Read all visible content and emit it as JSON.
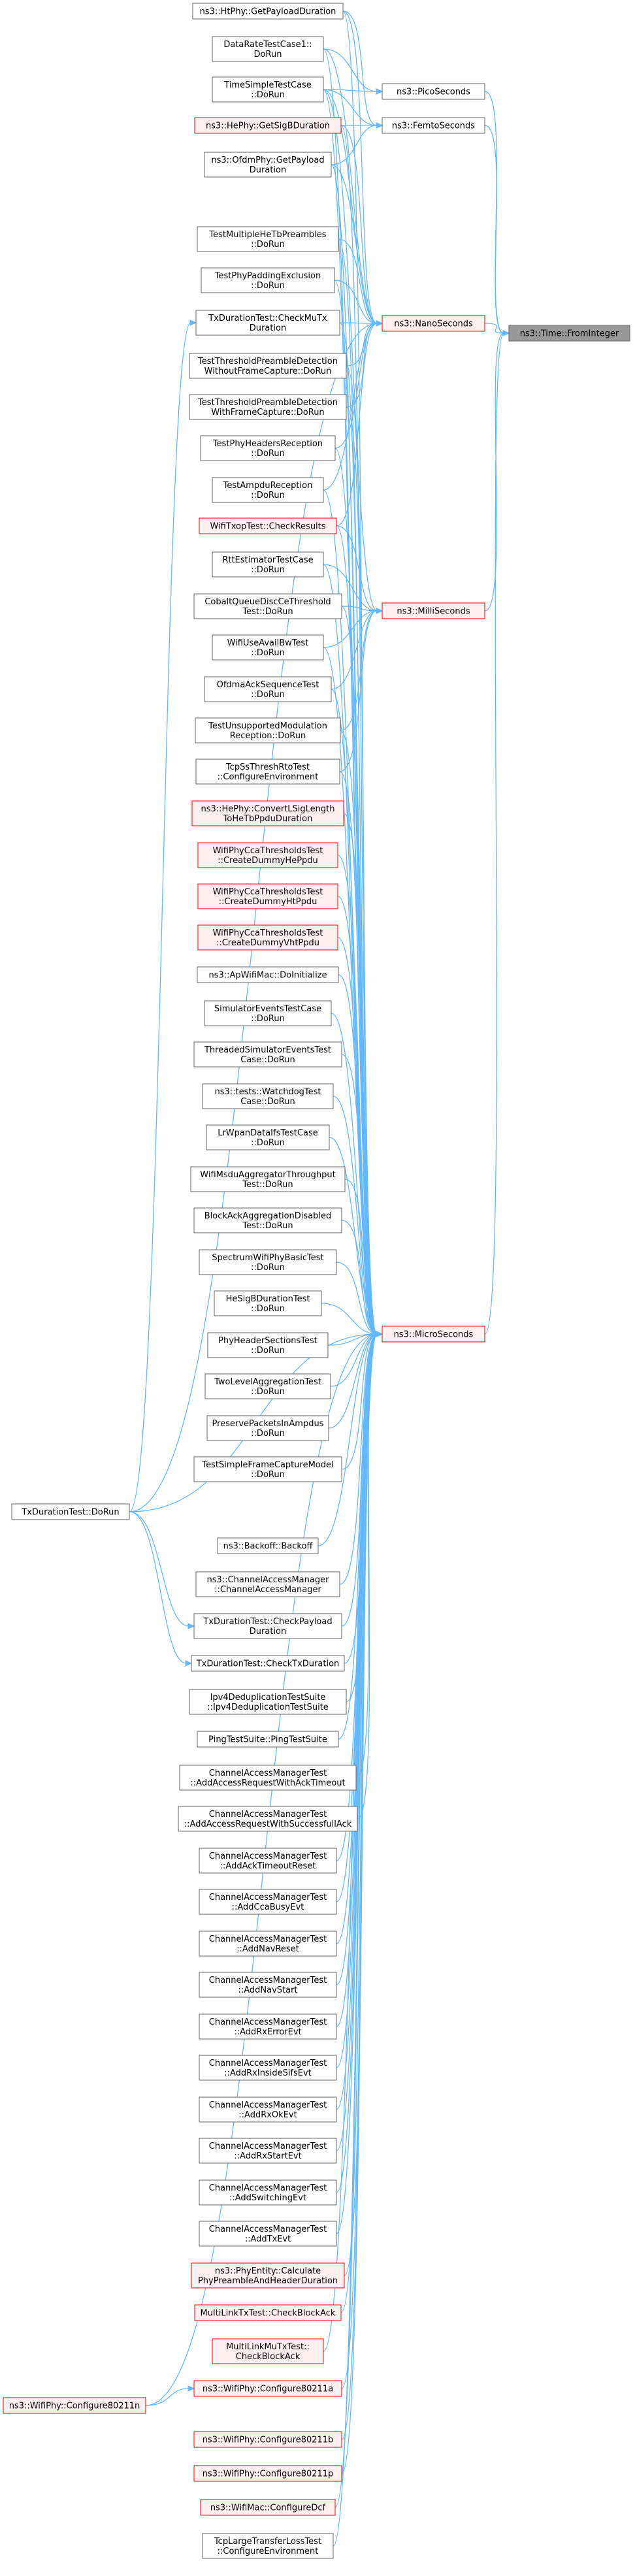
{
  "graph": {
    "root": "ns3::Time::FromInteger",
    "colors": {
      "edge": "#63b8ff",
      "root_fill": "#999999",
      "root_border": "#666666",
      "default_border": "#666666",
      "red_border": "#ff0000",
      "red_fill": "#fff0f0",
      "default_fill": "#ffffff"
    },
    "nodes": [
      {
        "id": "fromInteger",
        "lines": [
          "ns3::Time::FromInteger"
        ],
        "style": "root"
      },
      {
        "id": "picoSeconds",
        "lines": [
          "ns3::PicoSeconds"
        ],
        "style": "default"
      },
      {
        "id": "femtoSeconds",
        "lines": [
          "ns3::FemtoSeconds"
        ],
        "style": "default"
      },
      {
        "id": "nanoSeconds",
        "lines": [
          "ns3::NanoSeconds"
        ],
        "style": "red"
      },
      {
        "id": "milliSeconds",
        "lines": [
          "ns3::MilliSeconds"
        ],
        "style": "red"
      },
      {
        "id": "microSeconds",
        "lines": [
          "ns3::MicroSeconds"
        ],
        "style": "red"
      },
      {
        "id": "htPhyPayload",
        "lines": [
          "ns3::HtPhy::GetPayloadDuration"
        ],
        "style": "default"
      },
      {
        "id": "dataRateTest",
        "lines": [
          "DataRateTestCase1::",
          "DoRun"
        ],
        "style": "default"
      },
      {
        "id": "timeSimple",
        "lines": [
          "TimeSimpleTestCase",
          "::DoRun"
        ],
        "style": "default"
      },
      {
        "id": "hePhySigB",
        "lines": [
          "ns3::HePhy::GetSigBDuration"
        ],
        "style": "red"
      },
      {
        "id": "ofdmPayload",
        "lines": [
          "ns3::OfdmPhy::GetPayload",
          "Duration"
        ],
        "style": "default"
      },
      {
        "id": "testMultiHeTb",
        "lines": [
          "TestMultipleHeTbPreambles",
          "::DoRun"
        ],
        "style": "default"
      },
      {
        "id": "testPhyPadding",
        "lines": [
          "TestPhyPaddingExclusion",
          "::DoRun"
        ],
        "style": "default"
      },
      {
        "id": "txDurCheckMuTx",
        "lines": [
          "TxDurationTest::CheckMuTx",
          "Duration"
        ],
        "style": "default"
      },
      {
        "id": "testThreshWithout",
        "lines": [
          "TestThresholdPreambleDetection",
          "WithoutFrameCapture::DoRun"
        ],
        "style": "default"
      },
      {
        "id": "testThreshWith",
        "lines": [
          "TestThresholdPreambleDetection",
          "WithFrameCapture::DoRun"
        ],
        "style": "default"
      },
      {
        "id": "testPhyHeaders",
        "lines": [
          "TestPhyHeadersReception",
          "::DoRun"
        ],
        "style": "default"
      },
      {
        "id": "testAmpdu",
        "lines": [
          "TestAmpduReception",
          "::DoRun"
        ],
        "style": "default"
      },
      {
        "id": "wifiTxop",
        "lines": [
          "WifiTxopTest::CheckResults"
        ],
        "style": "red"
      },
      {
        "id": "rttEstimator",
        "lines": [
          "RttEstimatorTestCase",
          "::DoRun"
        ],
        "style": "default"
      },
      {
        "id": "cobaltQueue",
        "lines": [
          "CobaltQueueDiscCeThreshold",
          "Test::DoRun"
        ],
        "style": "default"
      },
      {
        "id": "wifiUseAvail",
        "lines": [
          "WifiUseAvailBwTest",
          "::DoRun"
        ],
        "style": "default"
      },
      {
        "id": "ofdmaAck",
        "lines": [
          "OfdmaAckSequenceTest",
          "::DoRun"
        ],
        "style": "default"
      },
      {
        "id": "testUnsupMod",
        "lines": [
          "TestUnsupportedModulation",
          "Reception::DoRun"
        ],
        "style": "default"
      },
      {
        "id": "tcpSsThresh",
        "lines": [
          "TcpSsThreshRtoTest",
          "::ConfigureEnvironment"
        ],
        "style": "default"
      },
      {
        "id": "hePhyConvert",
        "lines": [
          "ns3::HePhy::ConvertLSigLength",
          "ToHeTbPpduDuration"
        ],
        "style": "red"
      },
      {
        "id": "ccaHe",
        "lines": [
          "WifiPhyCcaThresholdsTest",
          "::CreateDummyHePpdu"
        ],
        "style": "red"
      },
      {
        "id": "ccaHt",
        "lines": [
          "WifiPhyCcaThresholdsTest",
          "::CreateDummyHtPpdu"
        ],
        "style": "red"
      },
      {
        "id": "ccaVht",
        "lines": [
          "WifiPhyCcaThresholdsTest",
          "::CreateDummyVhtPpdu"
        ],
        "style": "red"
      },
      {
        "id": "apWifiInit",
        "lines": [
          "ns3::ApWifiMac::DoInitialize"
        ],
        "style": "default"
      },
      {
        "id": "simEvents",
        "lines": [
          "SimulatorEventsTestCase",
          "::DoRun"
        ],
        "style": "default"
      },
      {
        "id": "threadedSim",
        "lines": [
          "ThreadedSimulatorEventsTest",
          "Case::DoRun"
        ],
        "style": "default"
      },
      {
        "id": "watchdog",
        "lines": [
          "ns3::tests::WatchdogTest",
          "Case::DoRun"
        ],
        "style": "default"
      },
      {
        "id": "lrWpan",
        "lines": [
          "LrWpanDataIfsTestCase",
          "::DoRun"
        ],
        "style": "default"
      },
      {
        "id": "wifiMsdu",
        "lines": [
          "WifiMsduAggregatorThroughput",
          "Test::DoRun"
        ],
        "style": "default"
      },
      {
        "id": "blockAck",
        "lines": [
          "BlockAckAggregationDisabled",
          "Test::DoRun"
        ],
        "style": "default"
      },
      {
        "id": "spectrumBasic",
        "lines": [
          "SpectrumWifiPhyBasicTest",
          "::DoRun"
        ],
        "style": "default"
      },
      {
        "id": "heSigB",
        "lines": [
          "HeSigBDurationTest",
          "::DoRun"
        ],
        "style": "default"
      },
      {
        "id": "phyHeaderSections",
        "lines": [
          "PhyHeaderSectionsTest",
          "::DoRun"
        ],
        "style": "default"
      },
      {
        "id": "twoLevelAgg",
        "lines": [
          "TwoLevelAggregationTest",
          "::DoRun"
        ],
        "style": "default"
      },
      {
        "id": "preservePkts",
        "lines": [
          "PreservePacketsInAmpdus",
          "::DoRun"
        ],
        "style": "default"
      },
      {
        "id": "testSimpleFrame",
        "lines": [
          "TestSimpleFrameCaptureModel",
          "::DoRun"
        ],
        "style": "default"
      },
      {
        "id": "txDurDoRun",
        "lines": [
          "TxDurationTest::DoRun"
        ],
        "style": "default"
      },
      {
        "id": "backoff",
        "lines": [
          "ns3::Backoff::Backoff"
        ],
        "style": "default"
      },
      {
        "id": "channelAccessMgr",
        "lines": [
          "ns3::ChannelAccessManager",
          "::ChannelAccessManager"
        ],
        "style": "default"
      },
      {
        "id": "txDurCheckPayload",
        "lines": [
          "TxDurationTest::CheckPayload",
          "Duration"
        ],
        "style": "default"
      },
      {
        "id": "txDurCheckTx",
        "lines": [
          "TxDurationTest::CheckTxDuration"
        ],
        "style": "default"
      },
      {
        "id": "ipv4Dedup",
        "lines": [
          "Ipv4DeduplicationTestSuite",
          "::Ipv4DeduplicationTestSuite"
        ],
        "style": "default"
      },
      {
        "id": "pingTestSuite",
        "lines": [
          "PingTestSuite::PingTestSuite"
        ],
        "style": "default"
      },
      {
        "id": "camAddAccessTimeout",
        "lines": [
          "ChannelAccessManagerTest",
          "::AddAccessRequestWithAckTimeout"
        ],
        "style": "default"
      },
      {
        "id": "camAddAccessSuccess",
        "lines": [
          "ChannelAccessManagerTest",
          "::AddAccessRequestWithSuccessfullAck"
        ],
        "style": "default"
      },
      {
        "id": "camAckTimeoutReset",
        "lines": [
          "ChannelAccessManagerTest",
          "::AddAckTimeoutReset"
        ],
        "style": "default"
      },
      {
        "id": "camCcaBusy",
        "lines": [
          "ChannelAccessManagerTest",
          "::AddCcaBusyEvt"
        ],
        "style": "default"
      },
      {
        "id": "camNavReset",
        "lines": [
          "ChannelAccessManagerTest",
          "::AddNavReset"
        ],
        "style": "default"
      },
      {
        "id": "camNavStart",
        "lines": [
          "ChannelAccessManagerTest",
          "::AddNavStart"
        ],
        "style": "default"
      },
      {
        "id": "camRxError",
        "lines": [
          "ChannelAccessManagerTest",
          "::AddRxErrorEvt"
        ],
        "style": "default"
      },
      {
        "id": "camRxInsideSifs",
        "lines": [
          "ChannelAccessManagerTest",
          "::AddRxInsideSifsEvt"
        ],
        "style": "default"
      },
      {
        "id": "camRxOk",
        "lines": [
          "ChannelAccessManagerTest",
          "::AddRxOkEvt"
        ],
        "style": "default"
      },
      {
        "id": "camRxStart",
        "lines": [
          "ChannelAccessManagerTest",
          "::AddRxStartEvt"
        ],
        "style": "default"
      },
      {
        "id": "camSwitching",
        "lines": [
          "ChannelAccessManagerTest",
          "::AddSwitchingEvt"
        ],
        "style": "default"
      },
      {
        "id": "camTx",
        "lines": [
          "ChannelAccessManagerTest",
          "::AddTxEvt"
        ],
        "style": "default"
      },
      {
        "id": "phyEntityCalc",
        "lines": [
          "ns3::PhyEntity::Calculate",
          "PhyPreambleAndHeaderDuration"
        ],
        "style": "red"
      },
      {
        "id": "multiLinkTx",
        "lines": [
          "MultiLinkTxTest::CheckBlockAck"
        ],
        "style": "red"
      },
      {
        "id": "multiLinkMuTx",
        "lines": [
          "MultiLinkMuTxTest::",
          "CheckBlockAck"
        ],
        "style": "red"
      },
      {
        "id": "wifiCfg80211a",
        "lines": [
          "ns3::WifiPhy::Configure80211a"
        ],
        "style": "red"
      },
      {
        "id": "wifiCfg80211n",
        "lines": [
          "ns3::WifiPhy::Configure80211n"
        ],
        "style": "red"
      },
      {
        "id": "wifiCfg80211b",
        "lines": [
          "ns3::WifiPhy::Configure80211b"
        ],
        "style": "red"
      },
      {
        "id": "wifiCfg80211p",
        "lines": [
          "ns3::WifiPhy::Configure80211p"
        ],
        "style": "red"
      },
      {
        "id": "wifiMacCfgDcf",
        "lines": [
          "ns3::WifiMac::ConfigureDcf"
        ],
        "style": "red"
      },
      {
        "id": "tcpLargeTransfer",
        "lines": [
          "TcpLargeTransferLossTest",
          "::ConfigureEnvironment"
        ],
        "style": "default"
      }
    ],
    "edges": [
      [
        "picoSeconds",
        "fromInteger"
      ],
      [
        "femtoSeconds",
        "fromInteger"
      ],
      [
        "nanoSeconds",
        "fromInteger"
      ],
      [
        "milliSeconds",
        "fromInteger"
      ],
      [
        "microSeconds",
        "fromInteger"
      ],
      [
        "dataRateTest",
        "picoSeconds"
      ],
      [
        "timeSimple",
        "picoSeconds"
      ],
      [
        "timeSimple",
        "femtoSeconds"
      ],
      [
        "htPhyPayload",
        "femtoSeconds"
      ],
      [
        "hePhySigB",
        "femtoSeconds"
      ],
      [
        "ofdmPayload",
        "femtoSeconds"
      ],
      [
        "htPhyPayload",
        "nanoSeconds"
      ],
      [
        "dataRateTest",
        "nanoSeconds"
      ],
      [
        "timeSimple",
        "nanoSeconds"
      ],
      [
        "hePhySigB",
        "nanoSeconds"
      ],
      [
        "ofdmPayload",
        "nanoSeconds"
      ],
      [
        "testMultiHeTb",
        "nanoSeconds"
      ],
      [
        "testPhyPadding",
        "nanoSeconds"
      ],
      [
        "txDurCheckMuTx",
        "nanoSeconds"
      ],
      [
        "testThreshWithout",
        "nanoSeconds"
      ],
      [
        "testThreshWith",
        "nanoSeconds"
      ],
      [
        "testPhyHeaders",
        "nanoSeconds"
      ],
      [
        "testAmpdu",
        "nanoSeconds"
      ],
      [
        "wifiTxop",
        "nanoSeconds"
      ],
      [
        "txDurDoRun",
        "nanoSeconds"
      ],
      [
        "timeSimple",
        "milliSeconds"
      ],
      [
        "wifiTxop",
        "milliSeconds"
      ],
      [
        "rttEstimator",
        "milliSeconds"
      ],
      [
        "cobaltQueue",
        "milliSeconds"
      ],
      [
        "wifiUseAvail",
        "milliSeconds"
      ],
      [
        "ofdmaAck",
        "milliSeconds"
      ],
      [
        "testUnsupMod",
        "milliSeconds"
      ],
      [
        "tcpSsThresh",
        "milliSeconds"
      ],
      [
        "htPhyPayload",
        "microSeconds"
      ],
      [
        "dataRateTest",
        "microSeconds"
      ],
      [
        "timeSimple",
        "microSeconds"
      ],
      [
        "hePhySigB",
        "microSeconds"
      ],
      [
        "ofdmPayload",
        "microSeconds"
      ],
      [
        "testMultiHeTb",
        "microSeconds"
      ],
      [
        "testPhyPadding",
        "microSeconds"
      ],
      [
        "txDurCheckMuTx",
        "microSeconds"
      ],
      [
        "testThreshWithout",
        "microSeconds"
      ],
      [
        "testThreshWith",
        "microSeconds"
      ],
      [
        "testPhyHeaders",
        "microSeconds"
      ],
      [
        "testAmpdu",
        "microSeconds"
      ],
      [
        "wifiTxop",
        "microSeconds"
      ],
      [
        "rttEstimator",
        "microSeconds"
      ],
      [
        "cobaltQueue",
        "microSeconds"
      ],
      [
        "wifiUseAvail",
        "microSeconds"
      ],
      [
        "ofdmaAck",
        "microSeconds"
      ],
      [
        "testUnsupMod",
        "microSeconds"
      ],
      [
        "tcpSsThresh",
        "microSeconds"
      ],
      [
        "hePhyConvert",
        "microSeconds"
      ],
      [
        "ccaHe",
        "microSeconds"
      ],
      [
        "ccaHt",
        "microSeconds"
      ],
      [
        "ccaVht",
        "microSeconds"
      ],
      [
        "apWifiInit",
        "microSeconds"
      ],
      [
        "simEvents",
        "microSeconds"
      ],
      [
        "threadedSim",
        "microSeconds"
      ],
      [
        "watchdog",
        "microSeconds"
      ],
      [
        "lrWpan",
        "microSeconds"
      ],
      [
        "wifiMsdu",
        "microSeconds"
      ],
      [
        "blockAck",
        "microSeconds"
      ],
      [
        "spectrumBasic",
        "microSeconds"
      ],
      [
        "heSigB",
        "microSeconds"
      ],
      [
        "phyHeaderSections",
        "microSeconds"
      ],
      [
        "twoLevelAgg",
        "microSeconds"
      ],
      [
        "preservePkts",
        "microSeconds"
      ],
      [
        "testSimpleFrame",
        "microSeconds"
      ],
      [
        "txDurDoRun",
        "microSeconds"
      ],
      [
        "backoff",
        "microSeconds"
      ],
      [
        "channelAccessMgr",
        "microSeconds"
      ],
      [
        "txDurCheckPayload",
        "microSeconds"
      ],
      [
        "txDurCheckTx",
        "microSeconds"
      ],
      [
        "ipv4Dedup",
        "microSeconds"
      ],
      [
        "pingTestSuite",
        "microSeconds"
      ],
      [
        "camAddAccessTimeout",
        "microSeconds"
      ],
      [
        "camAddAccessSuccess",
        "microSeconds"
      ],
      [
        "camAckTimeoutReset",
        "microSeconds"
      ],
      [
        "camCcaBusy",
        "microSeconds"
      ],
      [
        "camNavReset",
        "microSeconds"
      ],
      [
        "camNavStart",
        "microSeconds"
      ],
      [
        "camRxError",
        "microSeconds"
      ],
      [
        "camRxInsideSifs",
        "microSeconds"
      ],
      [
        "camRxOk",
        "microSeconds"
      ],
      [
        "camRxStart",
        "microSeconds"
      ],
      [
        "camSwitching",
        "microSeconds"
      ],
      [
        "camTx",
        "microSeconds"
      ],
      [
        "phyEntityCalc",
        "microSeconds"
      ],
      [
        "multiLinkTx",
        "microSeconds"
      ],
      [
        "multiLinkMuTx",
        "microSeconds"
      ],
      [
        "wifiCfg80211a",
        "microSeconds"
      ],
      [
        "wifiCfg80211n",
        "microSeconds"
      ],
      [
        "wifiCfg80211b",
        "microSeconds"
      ],
      [
        "wifiCfg80211p",
        "microSeconds"
      ],
      [
        "wifiMacCfgDcf",
        "microSeconds"
      ],
      [
        "tcpLargeTransfer",
        "microSeconds"
      ],
      [
        "txDurDoRun",
        "txDurCheckMuTx"
      ],
      [
        "txDurDoRun",
        "txDurCheckPayload"
      ],
      [
        "txDurDoRun",
        "txDurCheckTx"
      ],
      [
        "wifiCfg80211n",
        "wifiCfg80211a"
      ]
    ]
  }
}
